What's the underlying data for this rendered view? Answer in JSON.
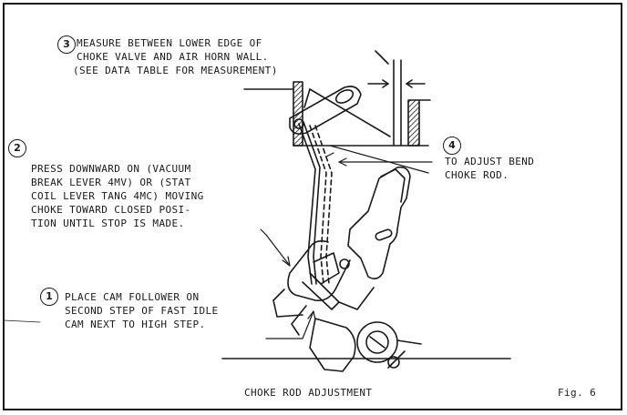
{
  "callouts": [
    {
      "number": "3",
      "lines": [
        "MEASURE BETWEEN LOWER EDGE OF",
        "CHOKE VALVE AND AIR HORN WALL.",
        "(SEE DATA TABLE FOR MEASUREMENT)"
      ]
    },
    {
      "number": "2",
      "lines": [
        "PRESS DOWNWARD ON (VACUUM",
        "BREAK LEVER 4MV) OR (STAT",
        "COIL LEVER TANG 4MC) MOVING",
        "CHOKE TOWARD CLOSED POSI-",
        "TION UNTIL STOP IS MADE."
      ]
    },
    {
      "number": "4",
      "lines": [
        "TO ADJUST BEND",
        "CHOKE ROD."
      ]
    },
    {
      "number": "1",
      "lines": [
        "PLACE CAM FOLLOWER ON",
        "SECOND STEP OF FAST IDLE",
        "CAM NEXT TO HIGH STEP."
      ]
    }
  ],
  "caption": "CHOKE ROD ADJUSTMENT",
  "figure_label": "Fig. 6"
}
